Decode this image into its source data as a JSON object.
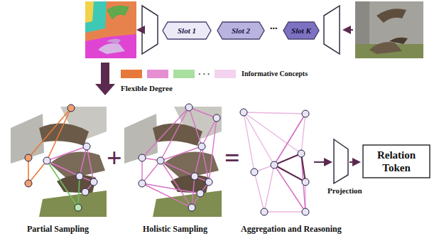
{
  "diagram": {
    "nodes": [
      {
        "text": [
          "Slot 1"
        ]
      },
      {
        "text": [
          "Slot 2"
        ]
      },
      {
        "text": [
          "Slot K"
        ]
      },
      {
        "text": [
          "Relation Token"
        ]
      }
    ],
    "labels": [
      "...",
      "Flexible Degree",
      "· · ·",
      "Informative Concepts",
      "+",
      "=",
      "Projection",
      "Partial Sampling",
      "Holistic Sampling",
      "Aggregation and Reasoning"
    ]
  }
}
